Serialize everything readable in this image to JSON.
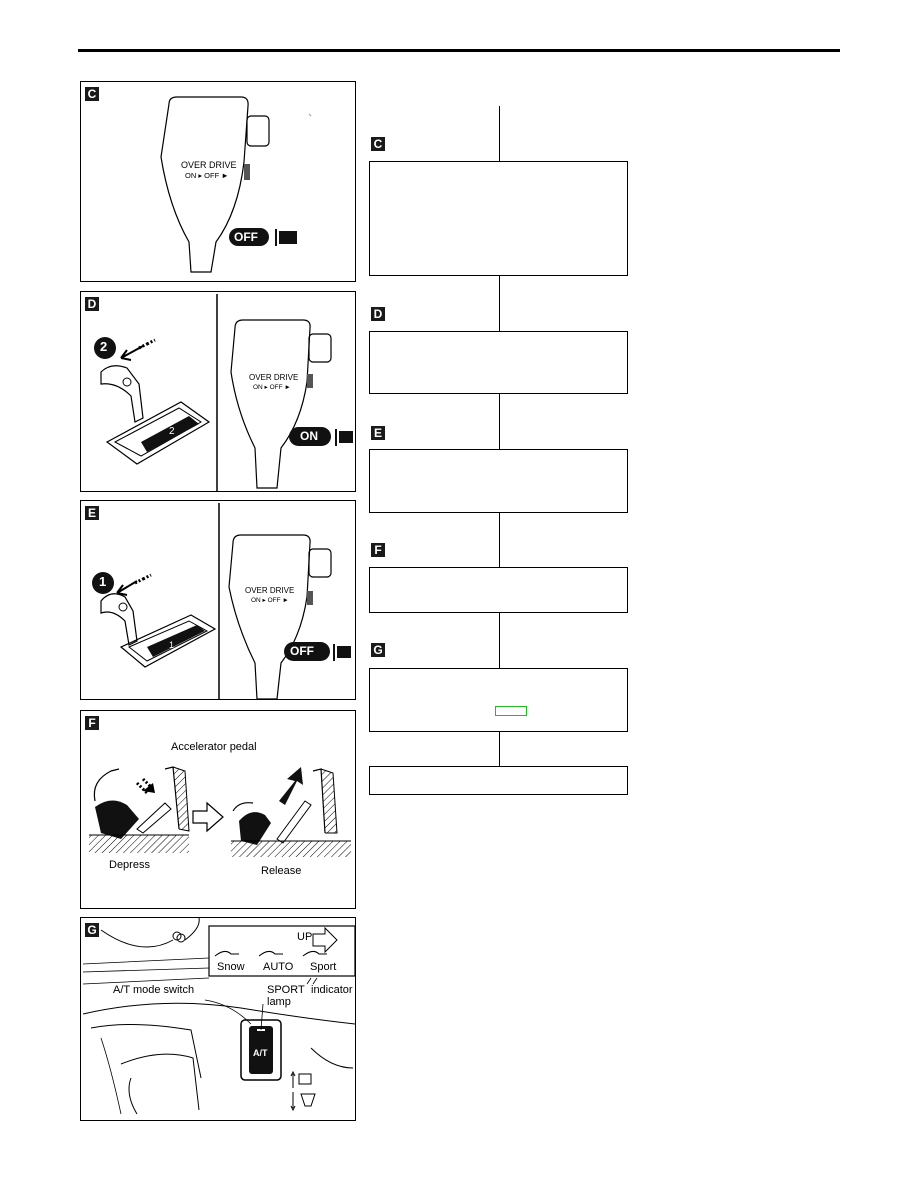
{
  "figures": {
    "C": {
      "tag": "C",
      "lever_text_1": "OVER DRIVE",
      "lever_text_2": "ON ▸ OFF ►",
      "button_label": "OFF"
    },
    "D": {
      "tag": "D",
      "step_number": "2",
      "gate_position": "2",
      "lever_text_1": "OVER DRIVE",
      "lever_text_2": "ON ▸ OFF ►",
      "button_label": "ON"
    },
    "E": {
      "tag": "E",
      "step_number": "1",
      "gate_position": "1",
      "lever_text_1": "OVER DRIVE",
      "lever_text_2": "ON ▸ OFF ►",
      "button_label": "OFF"
    },
    "F": {
      "tag": "F",
      "pedal_title": "Accelerator pedal",
      "depress_label": "Depress",
      "release_label": "Release"
    },
    "G": {
      "tag": "G",
      "up_label": "UP",
      "mode_snow": "Snow",
      "mode_auto": "AUTO",
      "mode_sport": "Sport",
      "mode_switch_label": "A/T mode switch",
      "sport_lamp_label_1": "SPORT",
      "sport_lamp_label_2": "lamp",
      "indicator_label": "indicator",
      "switch_text": "A/T"
    }
  },
  "flow": {
    "tags": [
      "C",
      "D",
      "E",
      "F",
      "G"
    ]
  }
}
